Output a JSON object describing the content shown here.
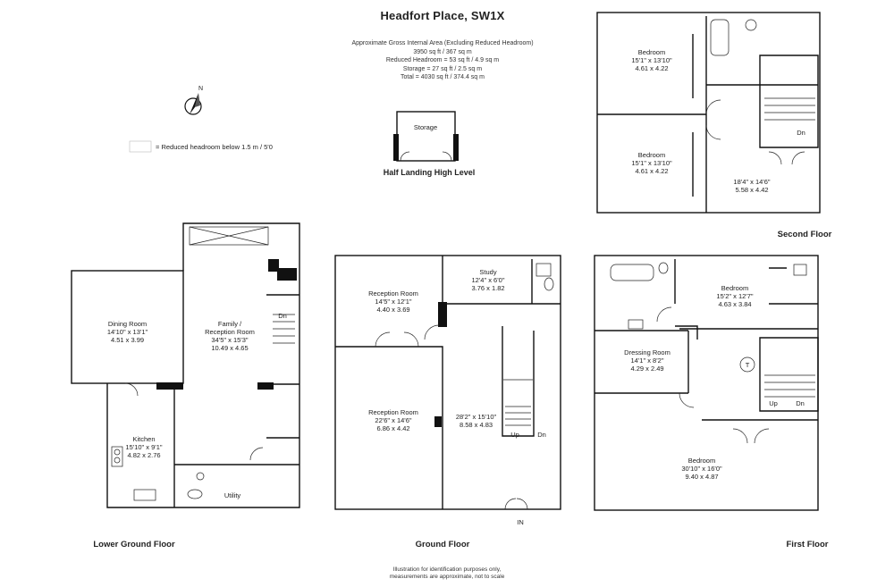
{
  "header": {
    "title": "Headfort Place, SW1X",
    "area_lines": [
      "Approximate Gross Internal Area (Excluding Reduced Headroom)",
      "3950 sq ft / 367 sq m",
      "Reduced Headroom = 53 sq ft / 4.9 sq m",
      "Storage = 27 sq ft / 2.5 sq m",
      "Total = 4030 sq ft / 374.4 sq m"
    ]
  },
  "legend": {
    "text": "= Reduced headroom below 1.5 m / 5'0"
  },
  "compass": {
    "letter": "N"
  },
  "half_landing": {
    "storage": "Storage",
    "caption": "Half Landing High Level"
  },
  "lower_ground": {
    "caption": "Lower Ground Floor",
    "dining": [
      "Dining Room",
      "14'10\" x 13'1\"",
      "4.51 x 3.99"
    ],
    "family": [
      "Family /",
      "Reception Room",
      "34'5\" x 15'3\"",
      "10.49 x 4.65"
    ],
    "kitchen": [
      "Kitchen",
      "15'10\" x 9'1\"",
      "4.82 x 2.76"
    ],
    "utility": "Utility",
    "dn": "Dn"
  },
  "ground": {
    "caption": "Ground Floor",
    "reception1": [
      "Reception Room",
      "14'5\" x 12'1\"",
      "4.40 x 3.69"
    ],
    "reception2": [
      "Reception Room",
      "22'6\" x 14'6\"",
      "6.86 x 4.42"
    ],
    "study": [
      "Study",
      "12'4\" x 6'0\"",
      "3.76 x 1.82"
    ],
    "hall": [
      "28'2\" x 15'10\"",
      "8.58 x 4.83"
    ],
    "up": "Up",
    "dn": "Dn",
    "in": "IN"
  },
  "first": {
    "caption": "First Floor",
    "bedroom_top": [
      "Bedroom",
      "15'2\" x 12'7\"",
      "4.63 x 3.84"
    ],
    "dressing": [
      "Dressing Room",
      "14'1\" x 8'2\"",
      "4.29 x 2.49"
    ],
    "bedroom_main": [
      "Bedroom",
      "30'10\" x 16'0\"",
      "9.40 x 4.87"
    ],
    "up": "Up",
    "dn": "Dn",
    "t": "T"
  },
  "second": {
    "caption": "Second Floor",
    "bedroom1": [
      "Bedroom",
      "15'1\" x 13'10\"",
      "4.61 x 4.22"
    ],
    "bedroom2": [
      "Bedroom",
      "15'1\" x 13'10\"",
      "4.61 x 4.22"
    ],
    "landing": [
      "18'4\" x 14'6\"",
      "5.58 x 4.42"
    ],
    "dn": "Dn"
  },
  "footer": {
    "lines": [
      "Illustration for identification purposes only,",
      "measurements are approximate, not to scale"
    ]
  }
}
